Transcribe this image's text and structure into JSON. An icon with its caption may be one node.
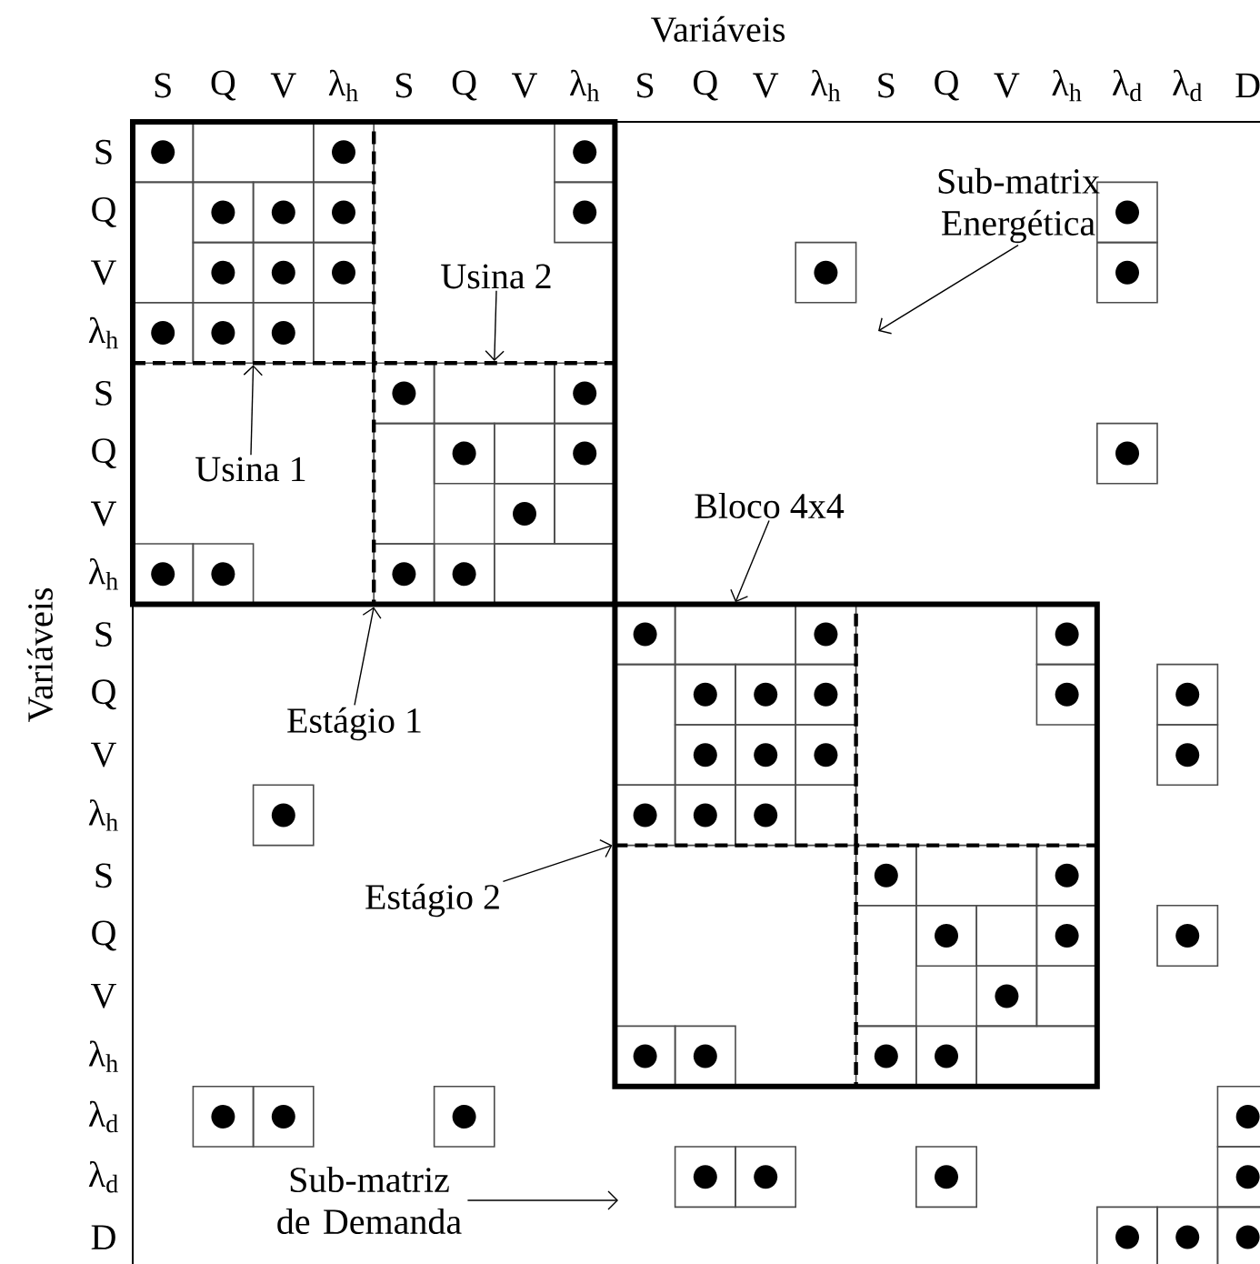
{
  "diagram": {
    "nodes": [
      {
        "text": [],
        "shape": "box"
      },
      {
        "text": [],
        "shape": "box",
        "in": 0
      },
      {
        "text": [],
        "shape": "box",
        "in": 0
      },
      {
        "text": [],
        "shape": "box"
      },
      {
        "text": [],
        "shape": "box",
        "in": 3
      },
      {
        "text": [],
        "shape": "box",
        "in": 3
      },
      {
        "text": [
          "Usina 1"
        ],
        "in": 0
      },
      {
        "text": [
          "Usina 2"
        ],
        "in": 0
      },
      {
        "text": [
          "Sub-matrix Energética"
        ]
      },
      {
        "text": [
          "Bloco 4x4"
        ]
      },
      {
        "text": [
          "Estágio 1"
        ]
      },
      {
        "text": [
          "Estágio 2"
        ]
      },
      {
        "text": [
          "Sub-matriz de Demanda"
        ]
      }
    ],
    "edges": [
      {
        "from": 6,
        "to": 1,
        "arrow": "to"
      },
      {
        "from": 7,
        "to": 2,
        "arrow": "to"
      },
      {
        "from": 8,
        "to": null,
        "arrow": "to"
      },
      {
        "from": 9,
        "to": 4,
        "arrow": "to"
      },
      {
        "from": 10,
        "to": 0,
        "arrow": "to"
      },
      {
        "from": 11,
        "to": 3,
        "arrow": "to"
      },
      {
        "from": 12,
        "to": null,
        "arrow": "to"
      }
    ],
    "labels": [
      "Variáveis",
      "S",
      "Q",
      "V",
      "λ$_{h}$",
      "S",
      "Q",
      "V",
      "λ$_{h}$",
      "S",
      "Q",
      "V",
      "λ$_{h}$",
      "S",
      "Q",
      "V",
      "λ$_{h}$",
      "λ$_{d}$",
      "λ$_{d}$",
      "D",
      "Variáveis",
      "S",
      "Q",
      "V",
      "λ$_{h}$",
      "S",
      "Q",
      "V",
      "λ$_{h}$",
      "S",
      "Q",
      "V",
      "λ$_{h}$",
      "S",
      "Q",
      "V",
      "λ$_{h}$",
      "λ$_{d}$",
      "λ$_{d}$",
      "D"
    ]
  }
}
